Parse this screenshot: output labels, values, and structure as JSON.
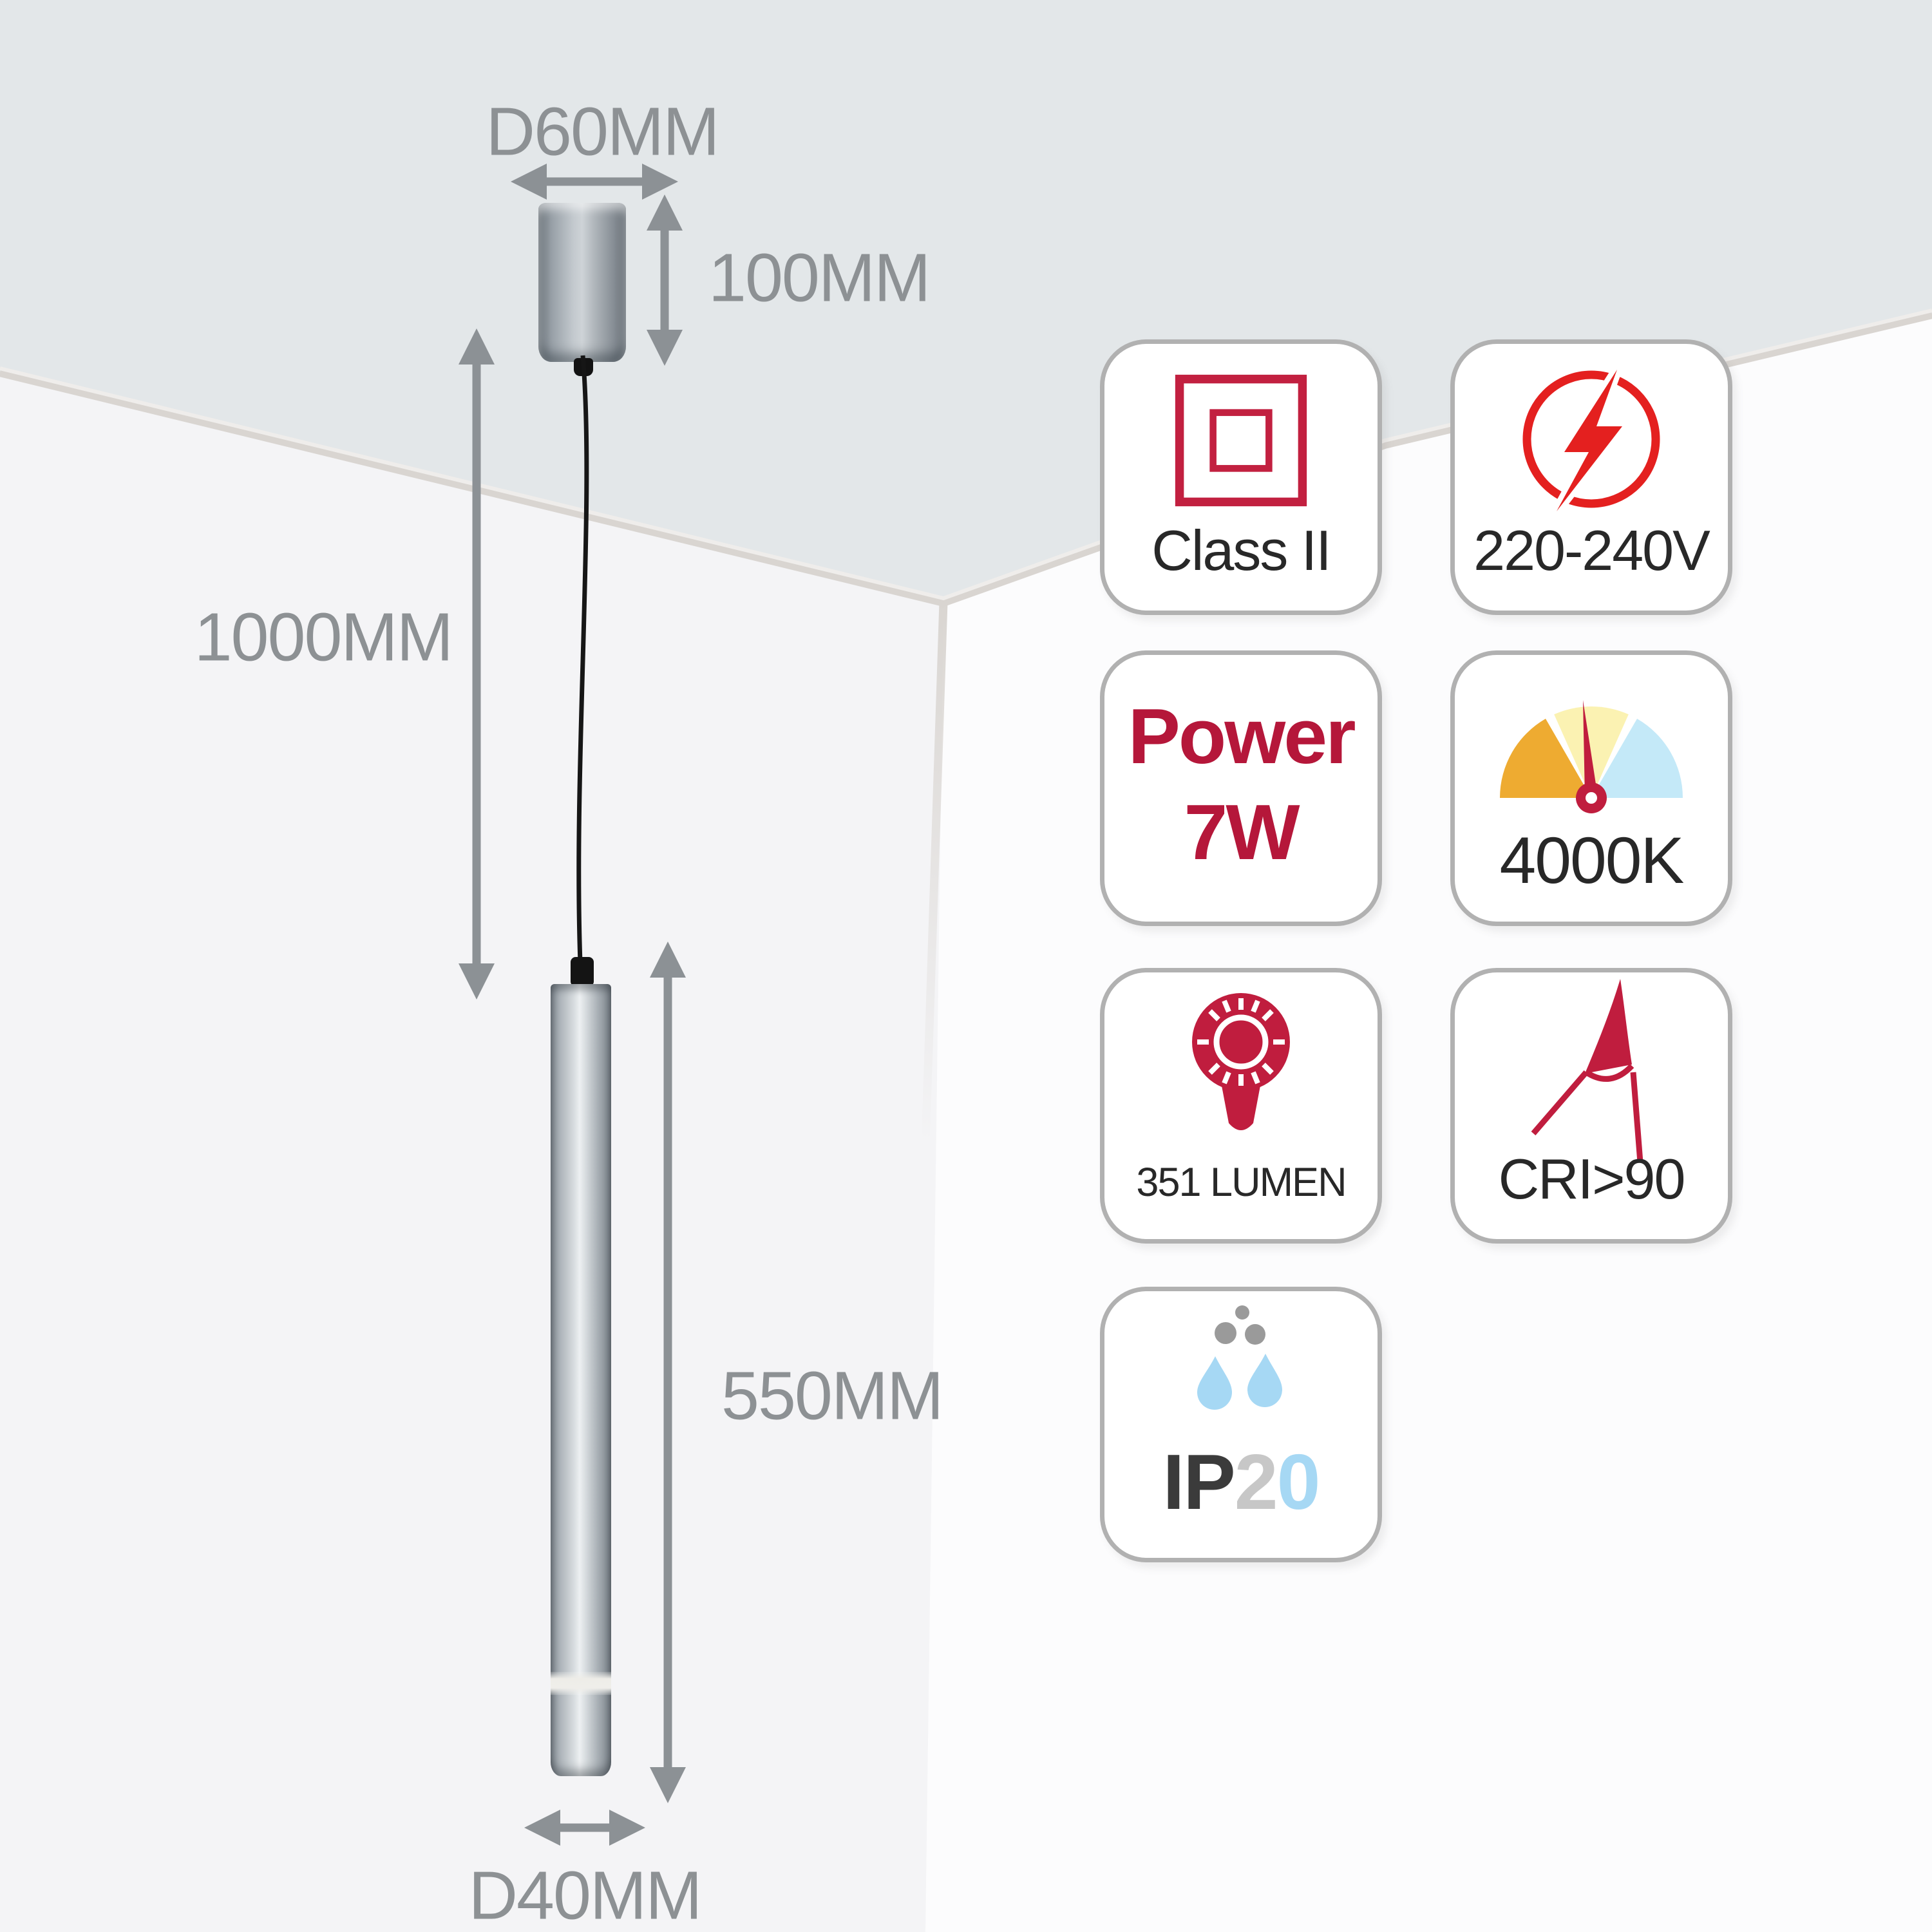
{
  "page": {
    "type": "product-specification-infographic",
    "subject": "LED tube pendant light dimension and spec sheet"
  },
  "dimensions": {
    "canopy_diameter": "D60MM",
    "canopy_height": "100MM",
    "drop_length": "1000MM",
    "tube_length": "550MM",
    "tube_diameter": "D40MM"
  },
  "badges": [
    {
      "id": "class2",
      "label": "Class II",
      "icon": "double-square-insulation-icon"
    },
    {
      "id": "voltage",
      "label": "220-240V",
      "icon": "lightning-bolt-circle-icon"
    },
    {
      "id": "power",
      "line1": "Power",
      "line2": "7W"
    },
    {
      "id": "kelvin",
      "label": "4000K",
      "icon": "color-temperature-gauge-icon"
    },
    {
      "id": "lumen",
      "label": "351 LUMEN",
      "icon": "glowing-bulb-icon"
    },
    {
      "id": "cri",
      "label": "CRI>90",
      "icon": "cri-needle-icon"
    },
    {
      "id": "ip",
      "text_dark": "IP",
      "text_gray": "2",
      "text_blue": "0",
      "icon": "dust-and-water-drops-icon"
    }
  ],
  "colors": {
    "ceiling": "#e3e7e9",
    "left_wall": "#f4f4f6",
    "right_wall": "#fcfcfd",
    "bevel_edge": "#d9d5d1",
    "dimension_gray": "#8c9195",
    "badge_border": "#b1b1b1",
    "label_dark": "#282828",
    "crimson": "#bf1d3e",
    "bright_red": "#e4201f",
    "gauge_orange": "#eeab31",
    "gauge_yellow": "#fbf2b2",
    "gauge_blue": "#c4e9f8",
    "ip_blue": "#a6d8f4",
    "ip_gray": "#c7c7c7",
    "metal_silver": "#c3c9ce"
  }
}
